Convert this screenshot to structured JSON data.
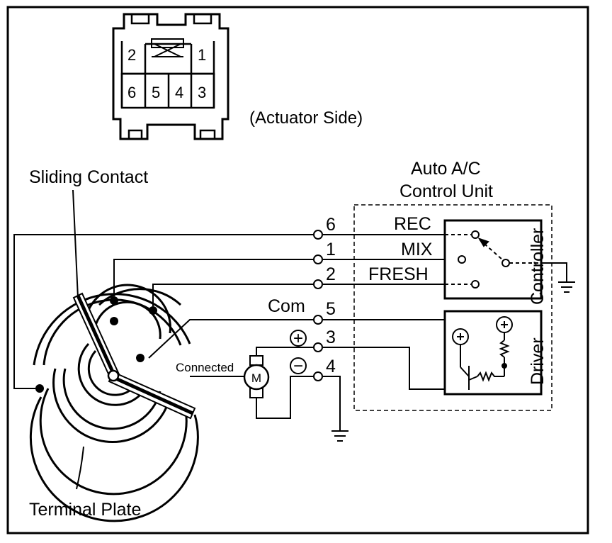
{
  "connector": {
    "pins_top": [
      "2",
      "1"
    ],
    "pins_bottom": [
      "6",
      "5",
      "4",
      "3"
    ],
    "side_label": "(Actuator Side)"
  },
  "labels": {
    "sliding_contact": "Sliding Contact",
    "terminal_plate": "Terminal Plate",
    "connected": "Connected",
    "motor": "M",
    "unit_line1": "Auto A/C",
    "unit_line2": "Control Unit",
    "controller": "Controller",
    "driver": "Driver"
  },
  "terminals": {
    "t6": "6",
    "t1": "1",
    "t2": "2",
    "t5": "5",
    "t3": "3",
    "t4": "4"
  },
  "signals": {
    "rec": "REC",
    "mix": "MIX",
    "fresh": "FRESH",
    "com": "Com"
  },
  "polarity": {
    "plus": "+",
    "minus": "−"
  }
}
